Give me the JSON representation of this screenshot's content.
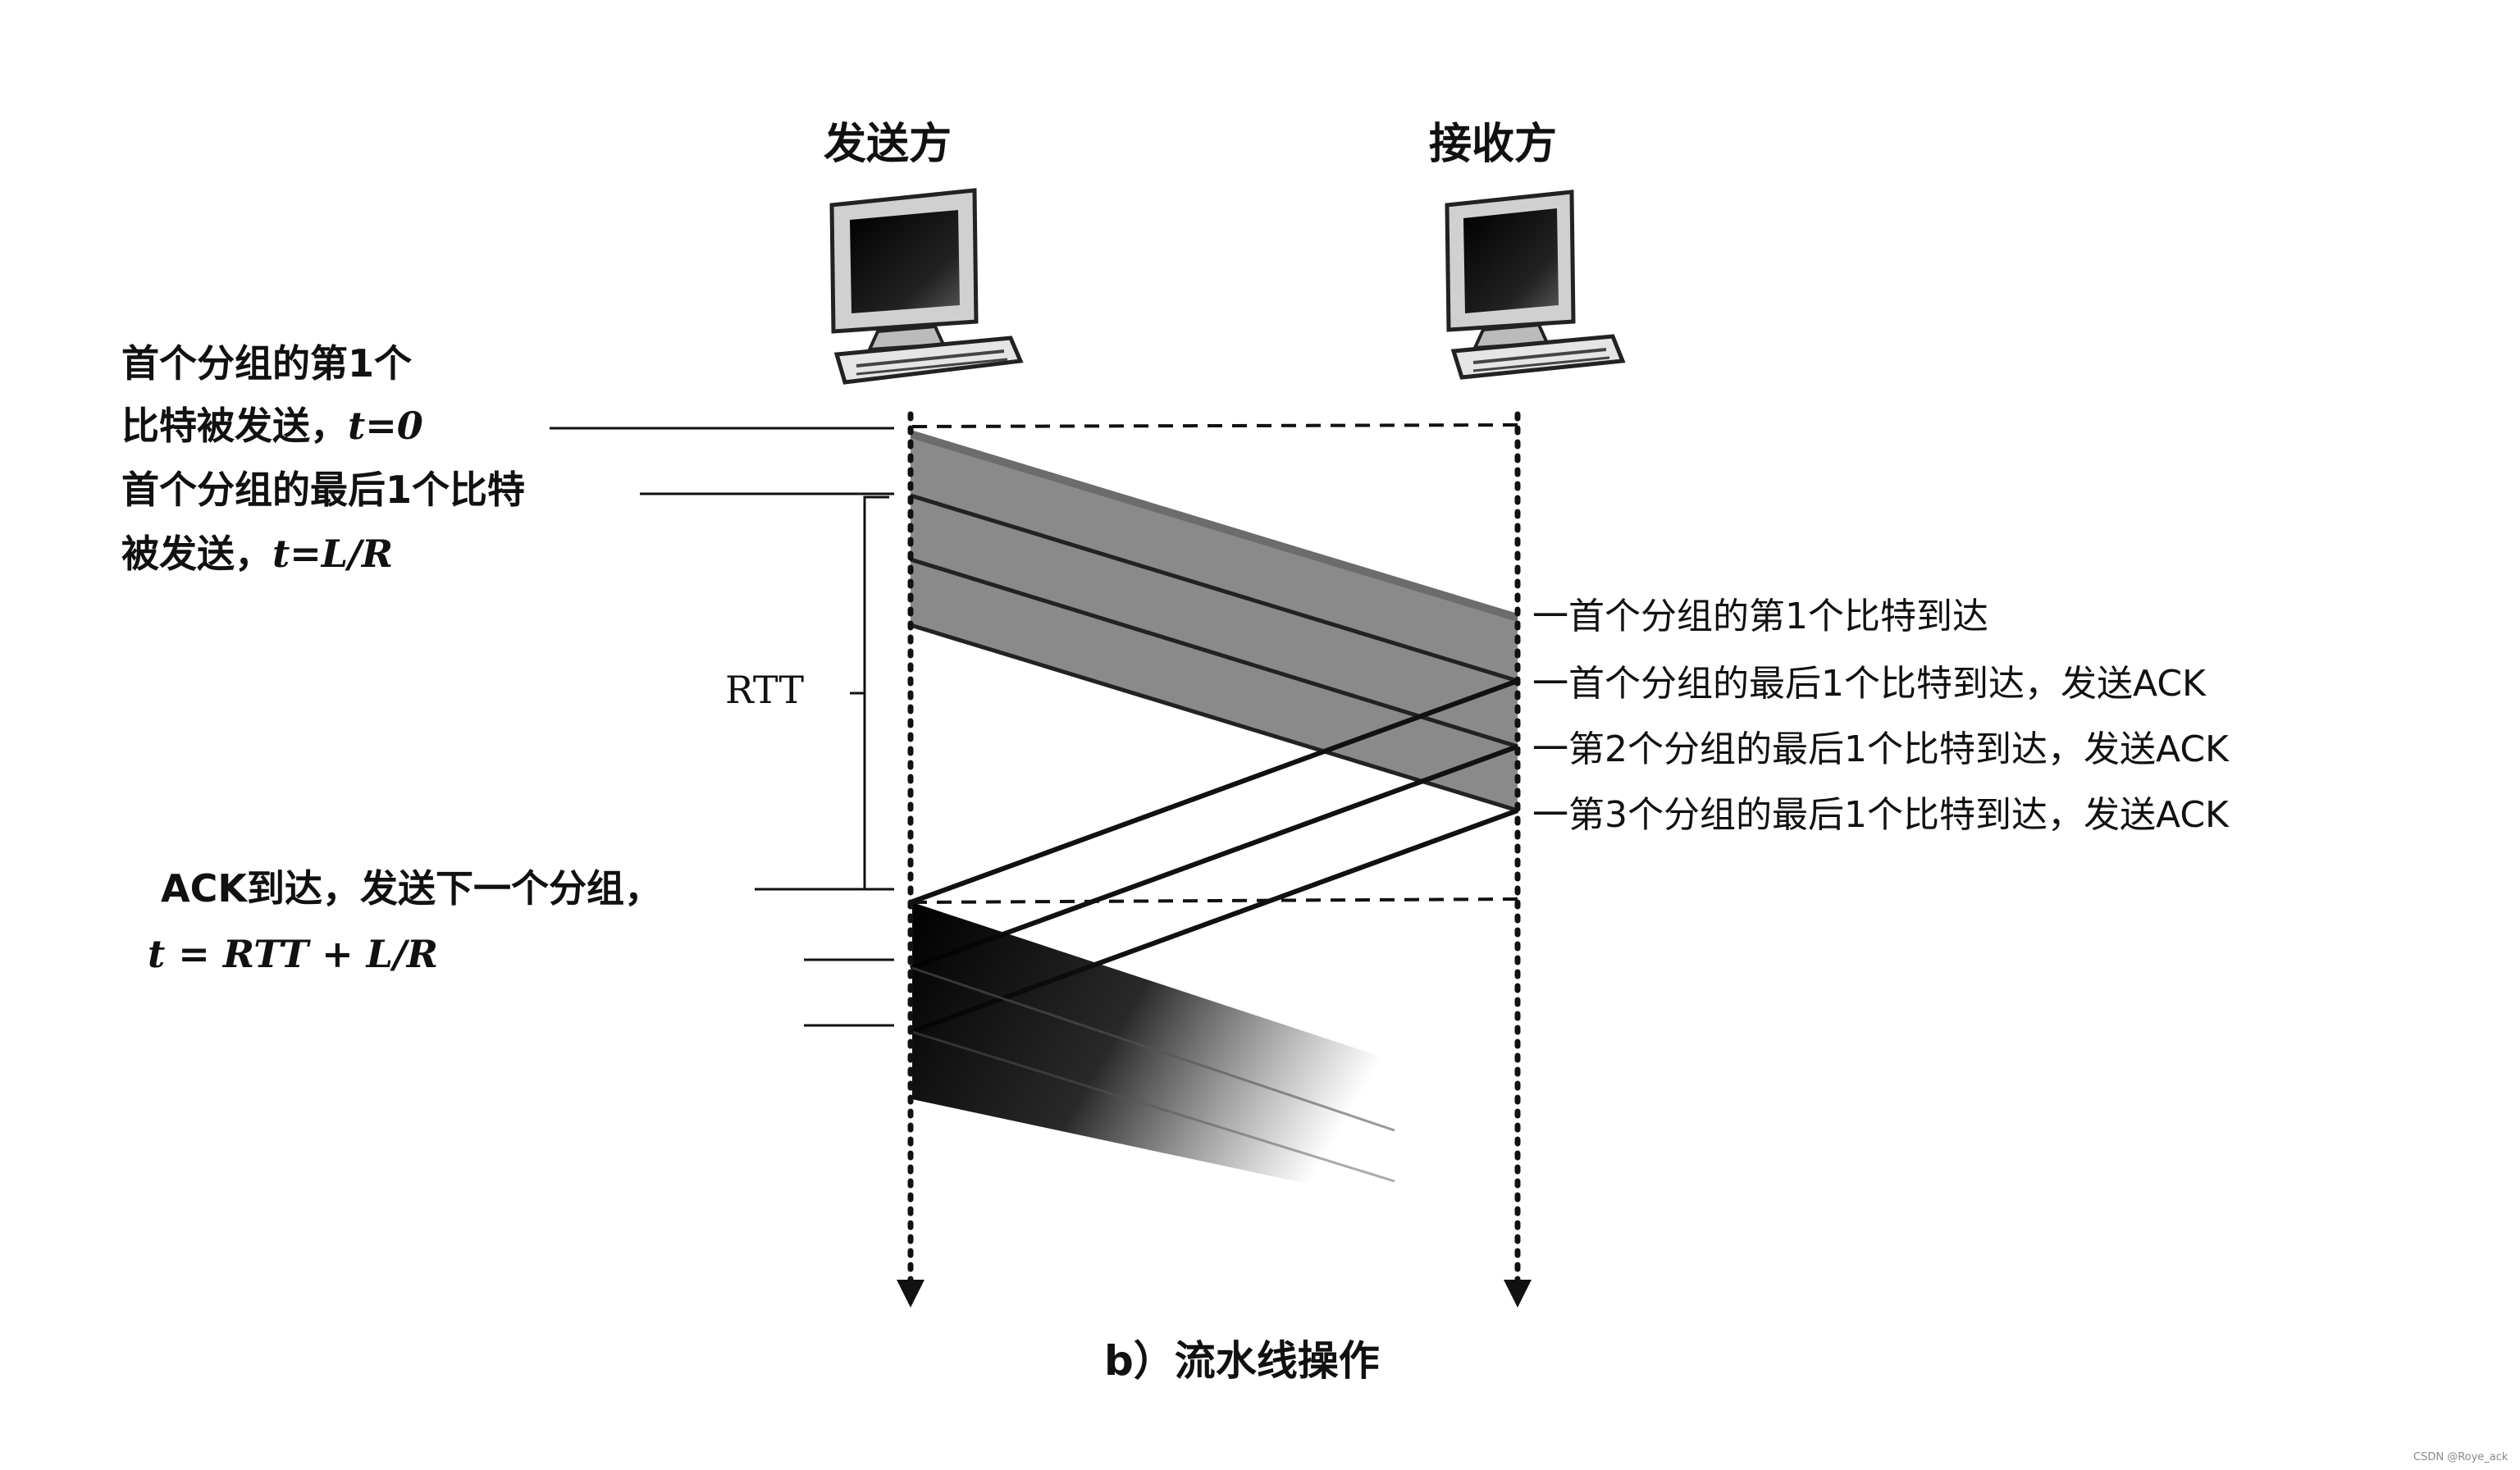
{
  "headers": {
    "sender": "发送方",
    "receiver": "接收方"
  },
  "left_annotations": {
    "first_bit_sent_line1": "首个分组的第1个",
    "first_bit_sent_line2": "比特被发送，",
    "first_bit_sent_math": "t=0",
    "last_bit_sent_line1": "首个分组的最后1个比特",
    "last_bit_sent_line2": "被发送，",
    "last_bit_sent_math": "t=L/R",
    "rtt": "RTT",
    "ack_arrive_line1": "ACK到达，发送下一个分组，",
    "ack_arrive_math": "t = RTT + L/R"
  },
  "right_annotations": [
    "一首个分组的第1个比特到达",
    "一首个分组的最后1个比特到达，发送ACK",
    "一第2个分组的最后1个比特到达，发送ACK",
    "一第3个分组的最后1个比特到达，发送ACK"
  ],
  "caption": "b）流水线操作",
  "credit": "CSDN @Roye_ack"
}
